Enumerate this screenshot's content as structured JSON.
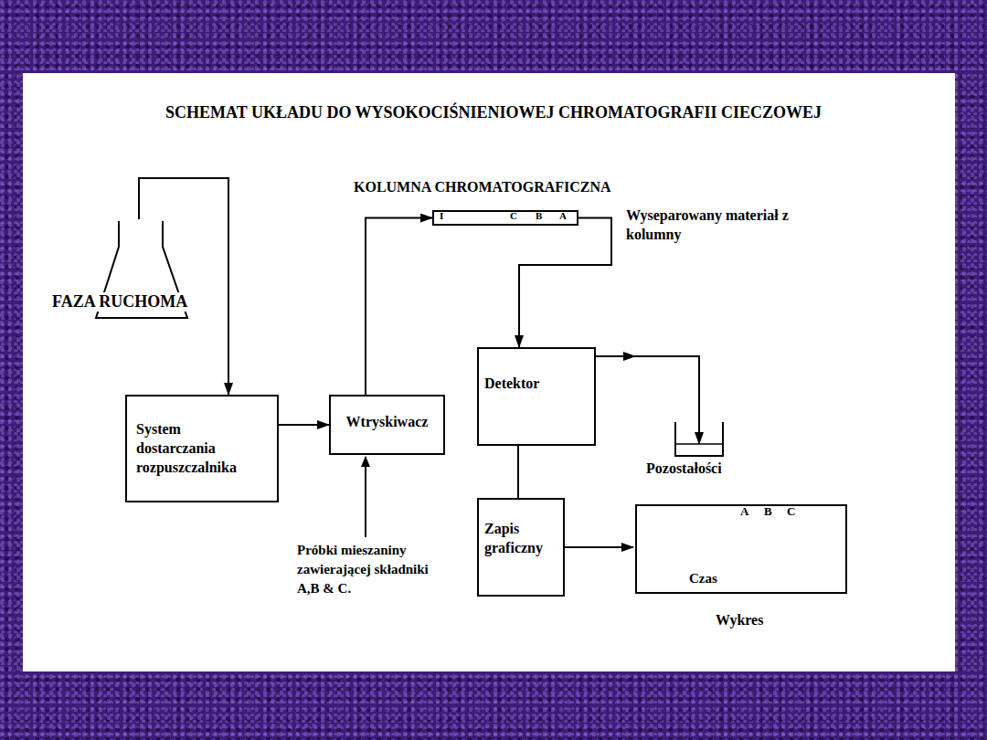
{
  "diagram": {
    "title": "SCHEMAT UKŁADU DO WYSOKOCIŚNIENIOWEJ CHROMATOGRAFII CIECZOWEJ",
    "nodes": [
      {
        "text": [
          "FAZA RUCHOMA"
        ]
      },
      {
        "text": [
          "System dostarczania rozpuszczalnika"
        ]
      },
      {
        "text": [
          "Wtryskiwacz"
        ]
      },
      {
        "text": [
          "KOLUMNA CHROMATOGRAFICZNA"
        ]
      },
      {
        "text": [
          "Detektor"
        ]
      },
      {
        "text": [
          "Zapis graficzny"
        ]
      },
      {
        "text": [
          "Pozostałości"
        ]
      },
      {
        "text": [
          "Wykres"
        ]
      }
    ],
    "edges": [
      {
        "from": 0,
        "to": 1,
        "arrow": "to"
      },
      {
        "from": 1,
        "to": 2,
        "arrow": "to"
      },
      {
        "from": 2,
        "to": 3,
        "arrow": "to"
      },
      {
        "from": 3,
        "to": 4,
        "label": "Wyseparowany materiał z kolumny",
        "arrow": "to"
      },
      {
        "from": 4,
        "to": 6,
        "arrow": "to"
      },
      {
        "from": 4,
        "to": 5,
        "arrow": "none"
      },
      {
        "from": 5,
        "to": 7,
        "arrow": "to"
      }
    ],
    "labels": [
      "I",
      "C",
      "B",
      "A",
      "A",
      "B",
      "C",
      "Czas",
      "Próbki mieszaniny zawierającej składniki A,B & C."
    ]
  }
}
